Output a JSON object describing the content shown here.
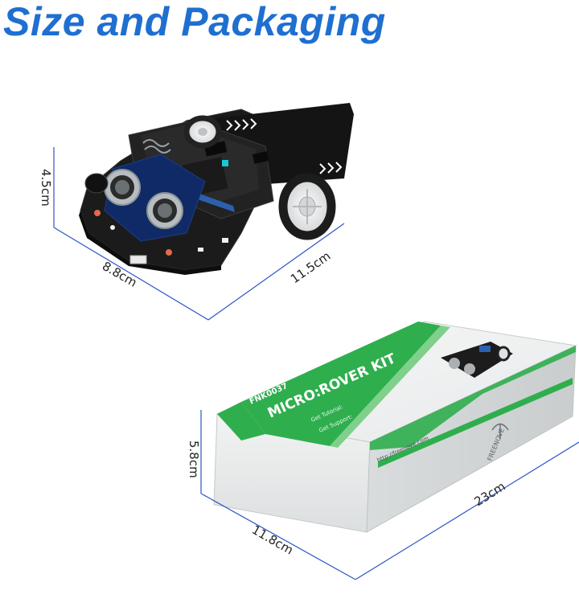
{
  "title": "Size and Packaging",
  "robot": {
    "height": "4.5cm",
    "width": "8.8cm",
    "length": "11.5cm"
  },
  "box": {
    "height": "5.8cm",
    "width": "11.8cm",
    "length": "23cm",
    "product_code": "FNK0037",
    "product_name": "MICRO:ROVER KIT",
    "brand": "FREENOVE",
    "tutorial_label": "Get Tutorial:",
    "support_label": "Get Support:",
    "website": "http://freenove.com"
  },
  "colors": {
    "title": "#1f6fd1",
    "dimension_line": "#2a55c4",
    "box_green": "#2fae4e"
  }
}
